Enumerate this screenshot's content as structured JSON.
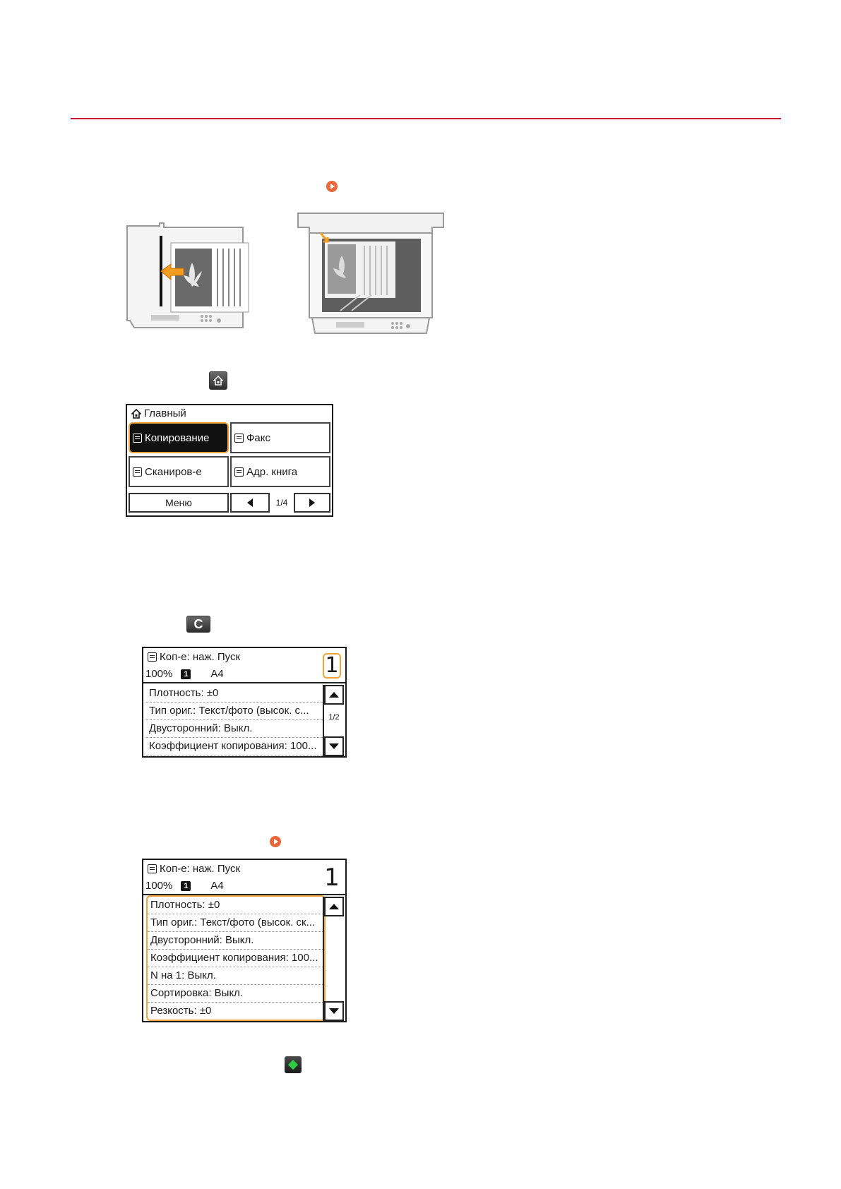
{
  "home_screen": {
    "title": "Главный",
    "tiles": [
      {
        "label": "Копирование",
        "icon": "copy-icon",
        "selected": true
      },
      {
        "label": "Факс",
        "icon": "fax-icon",
        "selected": false
      },
      {
        "label": "Сканиров-е",
        "icon": "scanner-icon",
        "selected": false
      },
      {
        "label": "Адр. книга",
        "icon": "address-book-icon",
        "selected": false
      }
    ],
    "menu_label": "Меню",
    "page_indicator": "1/4"
  },
  "copy_screen_1": {
    "status": "Коп-е: наж. Пуск",
    "zoom": "100%",
    "tray": "1",
    "paper": "A4",
    "copies": "1",
    "page_indicator": "1/2",
    "settings": [
      "Плотность: ±0",
      "Тип ориг.: Текст/фото (высок. с...",
      "Двусторонний: Выкл.",
      "Коэффициент копирования: 100..."
    ]
  },
  "copy_screen_2": {
    "status": "Коп-е: наж. Пуск",
    "zoom": "100%",
    "tray": "1",
    "paper": "A4",
    "copies": "1",
    "settings": [
      "Плотность: ±0",
      "Тип ориг.: Текст/фото (высок. ск...",
      "Двусторонний: Выкл.",
      "Коэффициент копирования: 100...",
      "N на 1: Выкл.",
      "Сортировка: Выкл.",
      "Резкость: ±0"
    ]
  },
  "keys": {
    "home_key": "home-key-icon",
    "clear_key_label": "C",
    "start_key": "start-key-icon"
  },
  "colors": {
    "rule": "#c8102e",
    "highlight": "#f0a43a",
    "reference_arrow": "#e8663a"
  }
}
